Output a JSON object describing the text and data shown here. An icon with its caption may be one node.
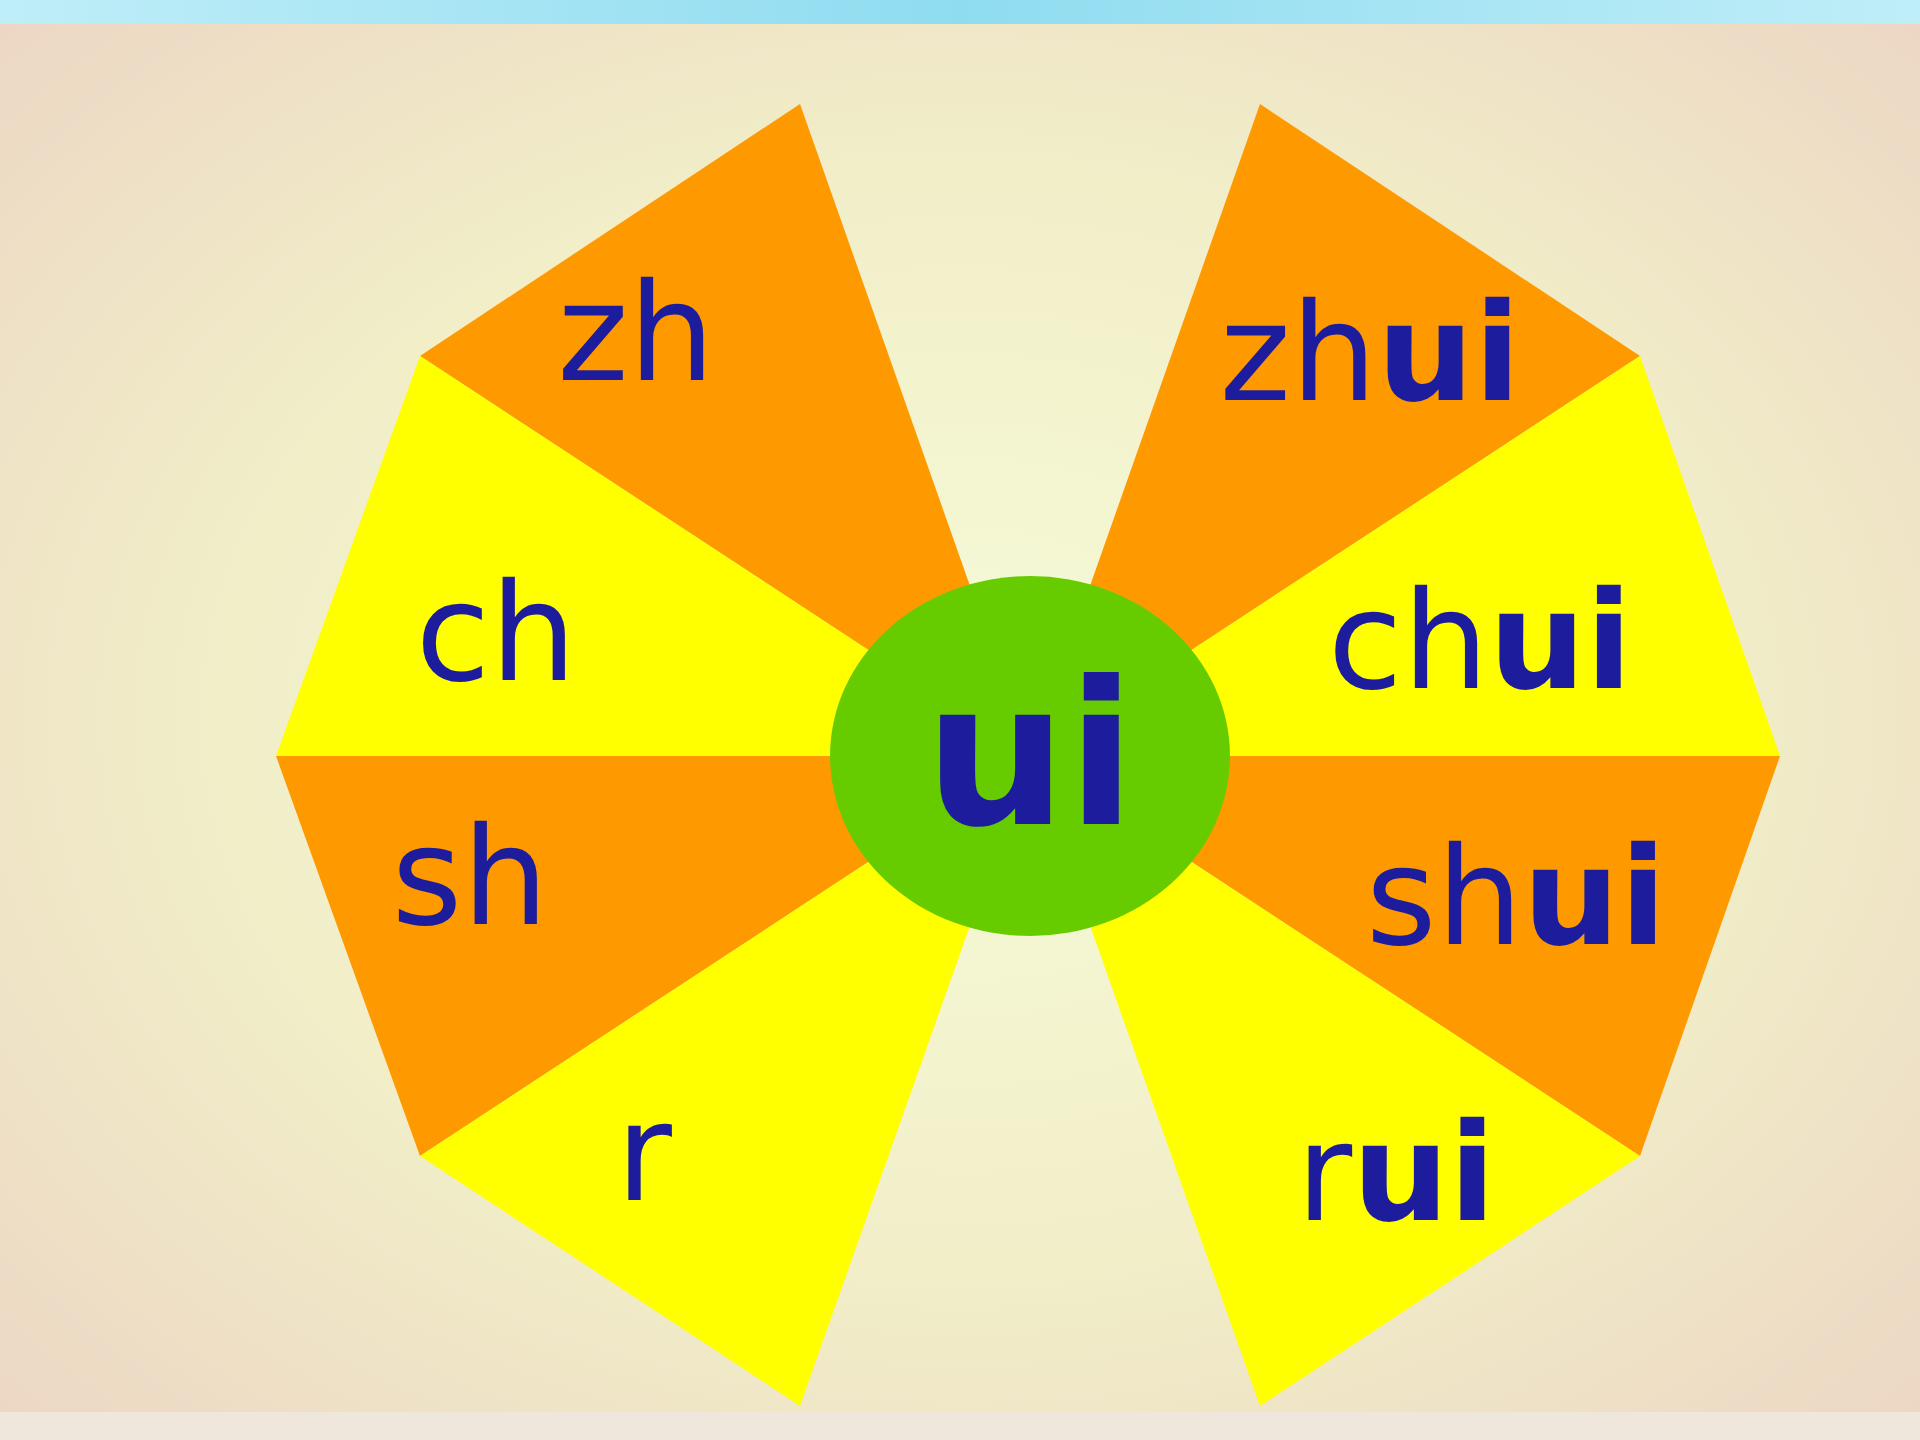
{
  "diagram": {
    "nodes": [
      {
        "text": [
          "zh"
        ]
      },
      {
        "text": [
          "zh**ui**"
        ]
      },
      {
        "text": [
          "ch"
        ]
      },
      {
        "text": [
          "ch**ui**"
        ]
      },
      {
        "text": [
          "ui"
        ]
      },
      {
        "text": [
          "sh"
        ]
      },
      {
        "text": [
          "sh**ui**"
        ]
      },
      {
        "text": [
          "r"
        ]
      },
      {
        "text": [
          "r**ui**"
        ]
      }
    ]
  }
}
